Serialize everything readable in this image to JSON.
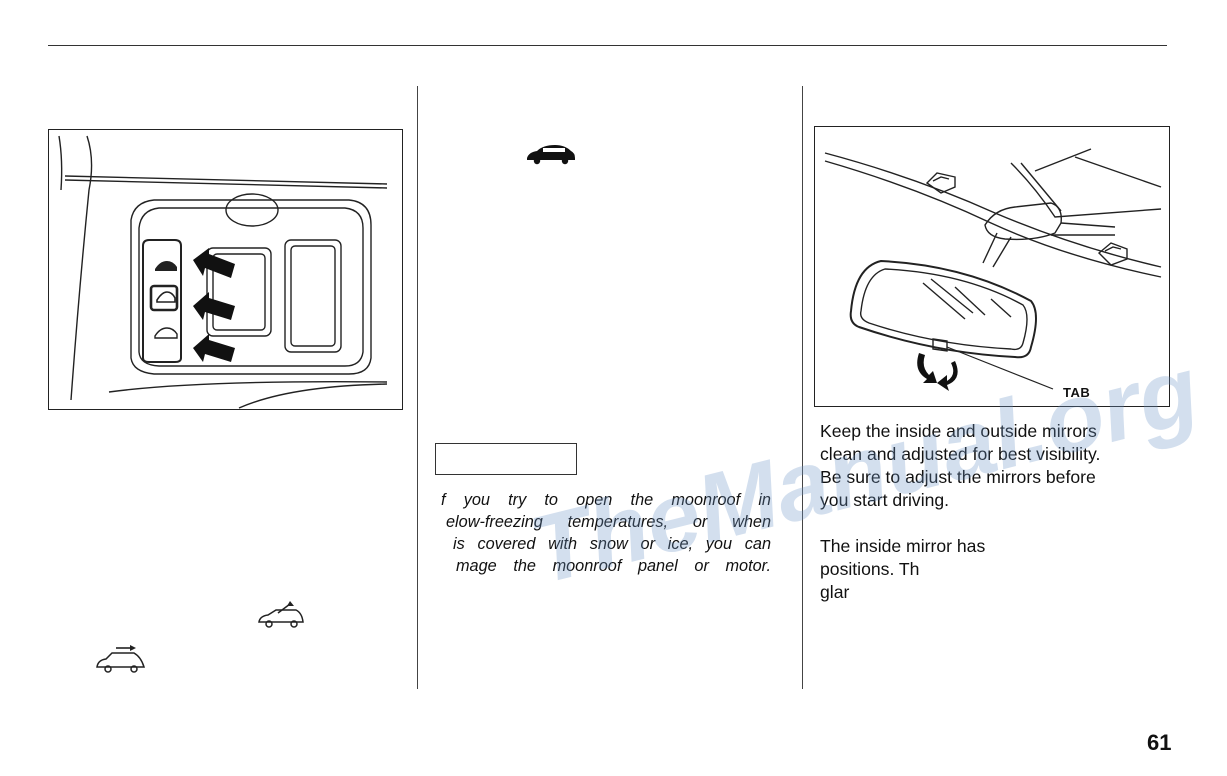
{
  "figure_right": {
    "tab_label": "TAB"
  },
  "caution": {
    "lines": [
      "f you try to open the moonroof in",
      "elow-freezing temperatures, or when",
      "is covered with snow or ice, you can",
      "mage the moonroof panel or motor."
    ]
  },
  "mirrors": {
    "paragraph1": [
      "Keep the inside and outside mirrors",
      "clean and adjusted for best visibility.",
      "Be sure to adjust the mirrors before",
      "you start driving."
    ],
    "paragraph2": [
      "The inside mirror has",
      "positions. Th",
      "glar"
    ]
  },
  "watermark": "TheManual.org",
  "page_number": "61",
  "icons": {
    "car_top": "car-silhouette-icon",
    "car_tilt": "car-tilt-up-icon",
    "car_slide": "car-slide-icon"
  }
}
